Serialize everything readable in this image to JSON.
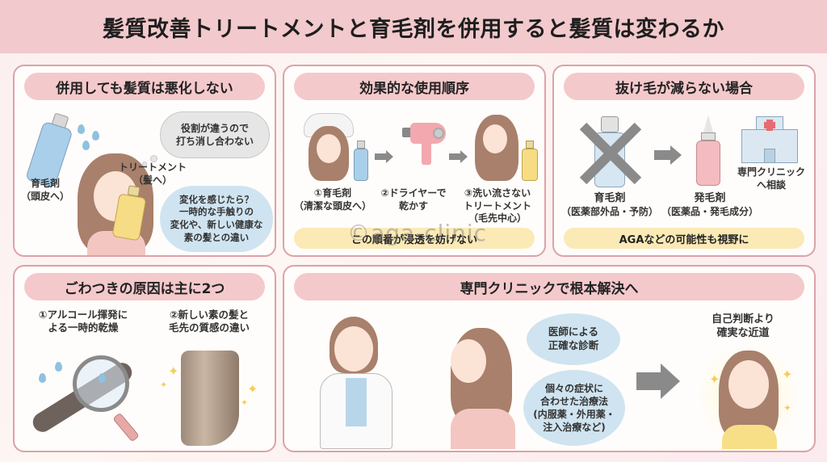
{
  "header": {
    "title": "髪質改善トリートメントと育毛剤を併用すると髪質は変わるか"
  },
  "panels": {
    "p1": {
      "title": "併用しても髪質は悪化しない",
      "label_growth": "育毛剤",
      "label_growth_sub": "（頭皮へ）",
      "label_treatment": "トリートメント",
      "label_treatment_sub": "（髪へ）",
      "bubble_thought": "役割が違うので\n打ち消し合わない",
      "bubble_speech": "変化を感じたら？\n一時的な手触りの\n変化や、新しい健康な\n素の髪との違い"
    },
    "p2": {
      "title": "効果的な使用順序",
      "steps": [
        {
          "label": "①育毛剤",
          "sub": "（清潔な頭皮へ）"
        },
        {
          "label": "②ドライヤーで\n乾かす",
          "sub": ""
        },
        {
          "label": "③洗い流さない\nトリートメント",
          "sub": "（毛先中心）"
        }
      ],
      "footer": "この順番が浸透を妨げない"
    },
    "p3": {
      "title": "抜け毛が減らない場合",
      "item1_label": "育毛剤",
      "item1_sub": "（医薬部外品・予防）",
      "item2_label": "発毛剤",
      "item2_sub": "（医薬品・発毛成分）",
      "item3_label": "専門クリニック\nへ相談",
      "footer": "AGAなどの可能性も視野に"
    },
    "p4": {
      "title": "ごわつきの原因は主に2つ",
      "cause1": "①アルコール揮発に\nよる一時的乾燥",
      "cause2": "②新しい素の髪と\n毛先の質感の違い"
    },
    "p5": {
      "title": "専門クリニックで根本解決へ",
      "bubble1": "医師による\n正確な診断",
      "bubble2": "個々の症状に\n合わせた治療法\n(内服薬・外用薬・\n注入治療など)",
      "result": "自己判断より\n確実な近道"
    }
  },
  "watermark": "©aga-clinic",
  "colors": {
    "header_bg": "#f2c9cc",
    "panel_border": "#dba3a8",
    "title_pill": "#f4c9cb",
    "footer_pill": "#fbeab6",
    "bubble_blue": "#cfe4f0",
    "arrow_gray": "#8a8a8a"
  }
}
